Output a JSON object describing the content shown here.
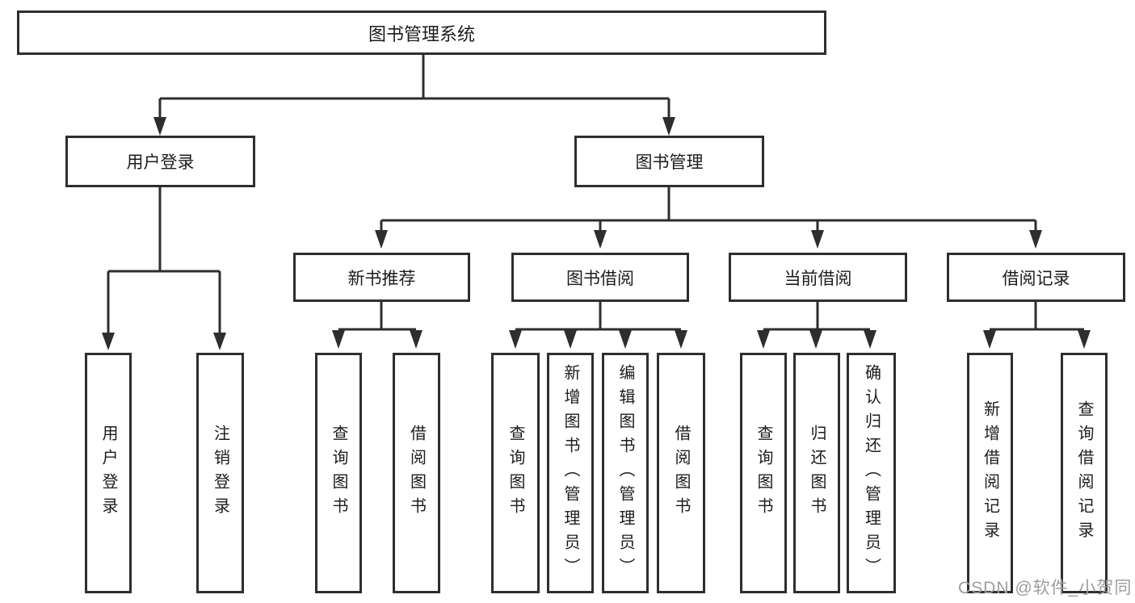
{
  "diagram": {
    "root_label": "图书管理系统",
    "branches": [
      {
        "label": "用户登录",
        "children": [
          {
            "label": "用户登录"
          },
          {
            "label": "注销登录"
          }
        ]
      },
      {
        "label": "图书管理",
        "children": [
          {
            "label": "新书推荐",
            "children": [
              {
                "label": "查询图书"
              },
              {
                "label": "借阅图书"
              }
            ]
          },
          {
            "label": "图书借阅",
            "children": [
              {
                "label": "查询图书"
              },
              {
                "label": "新增图书（管理员）"
              },
              {
                "label": "编辑图书（管理员）"
              },
              {
                "label": "借阅图书"
              }
            ]
          },
          {
            "label": "当前借阅",
            "children": [
              {
                "label": "查询图书"
              },
              {
                "label": "归还图书"
              },
              {
                "label": "确认归还（管理员）"
              }
            ]
          },
          {
            "label": "借阅记录",
            "children": [
              {
                "label": "新增借阅记录"
              },
              {
                "label": "查询借阅记录"
              }
            ]
          }
        ]
      }
    ]
  },
  "watermark": {
    "text": "CSDN @软件_小贺同学"
  },
  "colors": {
    "background": "#ffffff",
    "line": "#2e2e2e",
    "box_border": "#2e2e2e",
    "text": "#1c1c1c",
    "watermark": "#9d9d9d"
  }
}
